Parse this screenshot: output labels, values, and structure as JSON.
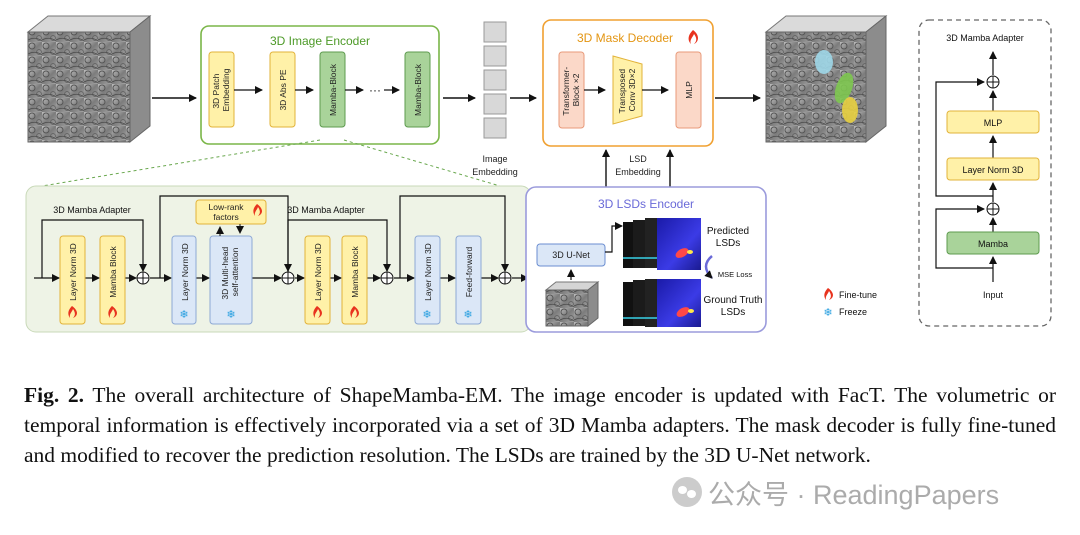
{
  "diagram": {
    "image_encoder": {
      "title": "3D Image Encoder",
      "blocks": [
        "3D Patch Embedding",
        "3D Abs PE",
        "Mamba-Block",
        "Mamba-Block"
      ],
      "ellipsis": "···"
    },
    "image_embedding_label": "Image Embedding",
    "mask_decoder": {
      "title": "3D Mask Decoder",
      "blocks": [
        "Transformer-Block ×2",
        "Transposed Conv 3D×2",
        "MLP"
      ]
    },
    "lsd_embedding_label": "LSD Embedding",
    "lsds_encoder": {
      "title": "3D LSDs Encoder",
      "unet": "3D U-Net",
      "predicted": "Predicted LSDs",
      "ground_truth": "Ground Truth LSDs",
      "loss": "MSE Loss"
    },
    "expanded": {
      "adapter_label_1": "3D Mamba Adapter",
      "adapter_label_2": "3D Mamba Adapter",
      "low_rank": "Low-rank factors",
      "blocks": [
        "Layer Norm 3D",
        "Mamba Block",
        "Layer Norm 3D",
        "3D Multi-head self-attention",
        "Layer Norm 3D",
        "Mamba Block",
        "Layer Norm 3D",
        "Feed-forward"
      ]
    },
    "legend": {
      "fine_tune": "Fine-tune",
      "freeze": "Freeze"
    },
    "adapter_detail": {
      "title": "3D Mamba Adapter",
      "blocks": [
        "MLP",
        "Layer Norm 3D",
        "Mamba"
      ],
      "input": "Input"
    },
    "colors": {
      "encoder_border": "#7ab648",
      "decoder_border": "#f0a030",
      "lsd_border": "#9b9bdc",
      "yellow_fill": "#fff1a8",
      "yellow_stroke": "#e2b33a",
      "green_fill": "#a9d39a",
      "green_stroke": "#5e9b4f",
      "peach_fill": "#fbd8c8",
      "blue_fill": "#dbe7f7",
      "blue_stroke": "#8ea9d4",
      "panel_fill": "#eef3e6",
      "fire": "#e8331e",
      "snow": "#2aa0e0"
    }
  },
  "caption": {
    "label": "Fig. 2.",
    "text": "The overall architecture of ShapeMamba-EM. The image encoder is updated with FacT. The volumetric or temporal information is effectively incorporated via a set of 3D Mamba adapters. The mask decoder is fully fine-tuned and modified to recover the prediction resolution. The LSDs are trained by the 3D U-Net network."
  },
  "watermark": "公众号 · ReadingPapers"
}
